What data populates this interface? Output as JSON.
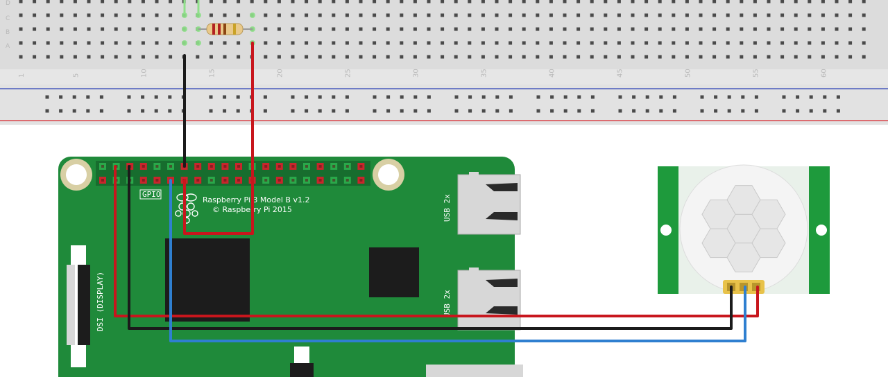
{
  "breadboard": {
    "row_labels": [
      "D",
      "C",
      "B",
      "A"
    ],
    "column_numbers": [
      "1",
      "5",
      "10",
      "15",
      "20",
      "25",
      "30",
      "35",
      "40",
      "45",
      "50",
      "55",
      "60"
    ]
  },
  "raspberry_pi": {
    "model_text": "Raspberry Pi 3 Model B v1.2",
    "copyright_text": "© Raspberry Pi 2015",
    "gpio_label": "GPIO",
    "dsi_label": "DSI (DISPLAY)",
    "usb_label_1": "USB 2x",
    "usb_label_2": "USB 2x"
  },
  "wires": {
    "colors": {
      "red": "#c8161d",
      "black": "#1b1b1b",
      "blue": "#2f7fd0"
    }
  },
  "colors": {
    "pcb": "#1f8a3a",
    "breadboard": "#e2e2e2",
    "sensor_pcb": "#1e9a3c",
    "rail_blue": "#2b3fb6",
    "rail_red": "#d9262c"
  }
}
